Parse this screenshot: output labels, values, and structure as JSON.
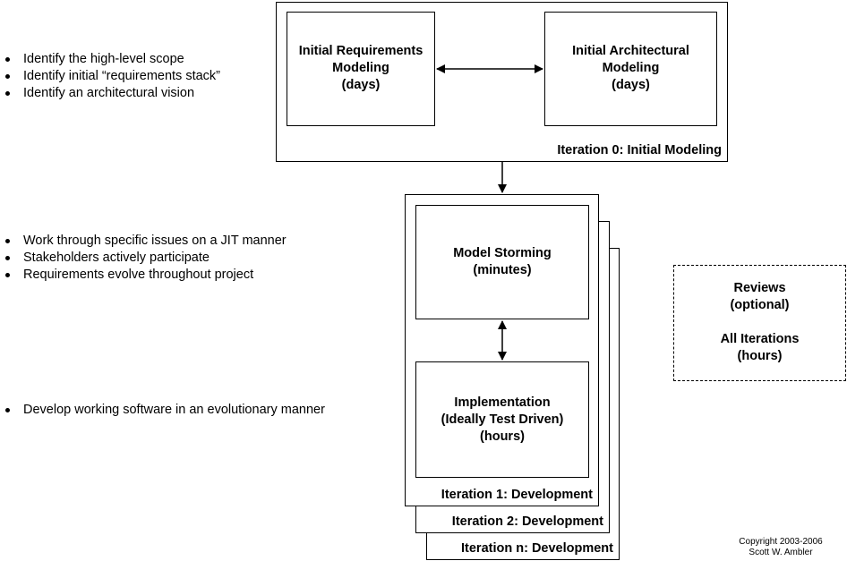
{
  "bullets": {
    "group1": [
      "Identify the high-level scope",
      "Identify initial “requirements stack”",
      "Identify an architectural vision"
    ],
    "group2": [
      "Work through specific issues on a JIT manner",
      "Stakeholders actively participate",
      "Requirements evolve throughout project"
    ],
    "group3": [
      "Develop working software in an evolutionary manner"
    ]
  },
  "iteration0": {
    "caption": "Iteration 0: Initial Modeling",
    "req_box": "Initial Requirements\nModeling\n(days)",
    "arch_box": "Initial Architectural\nModeling\n(days)"
  },
  "iterations": {
    "iter1_caption": "Iteration 1: Development",
    "iter2_caption": "Iteration 2: Development",
    "itern_caption": "Iteration n: Development",
    "model_storming": "Model Storming\n(minutes)",
    "implementation": "Implementation\n(Ideally Test Driven)\n(hours)"
  },
  "reviews": {
    "text": "Reviews\n(optional)\n\nAll Iterations\n(hours)"
  },
  "copyright": "Copyright 2003-2006\nScott W. Ambler"
}
